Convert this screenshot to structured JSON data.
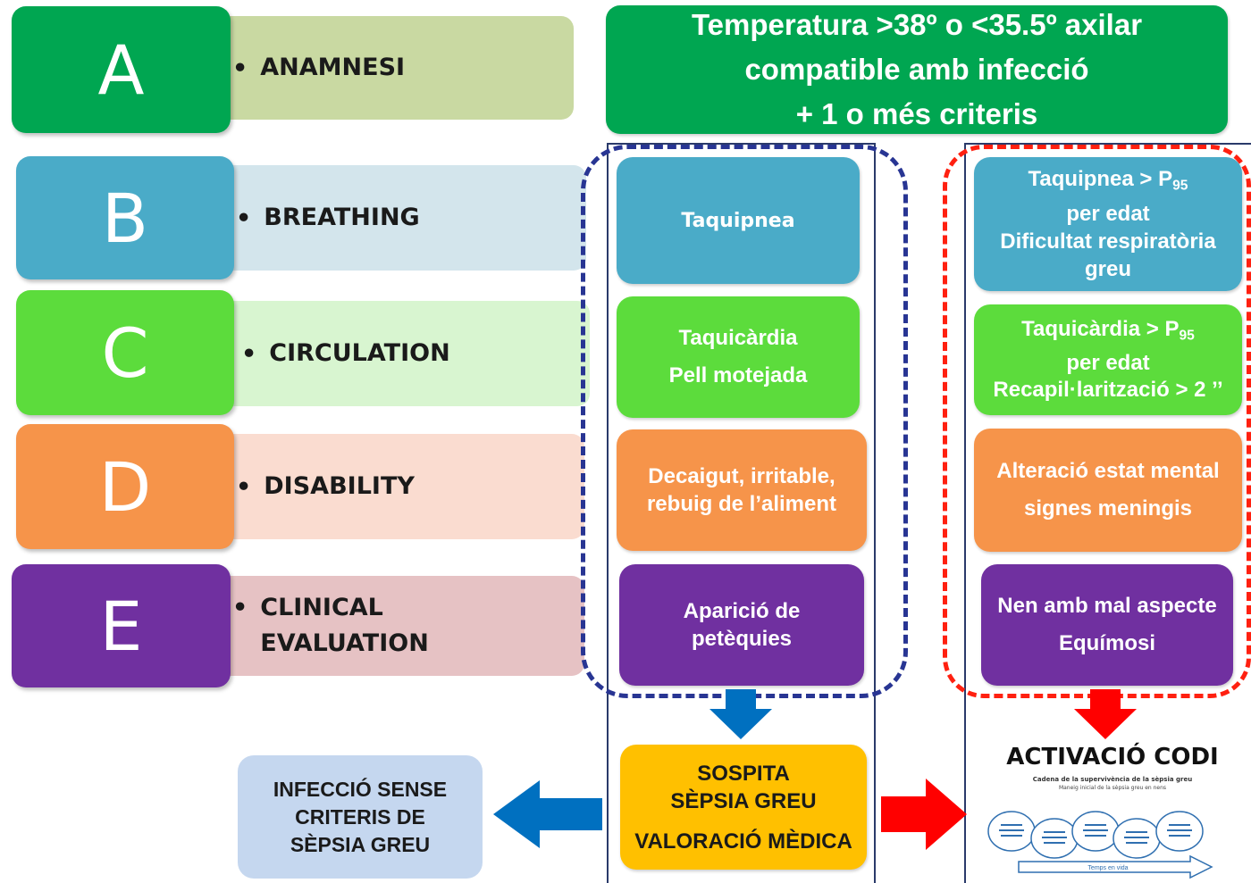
{
  "header": {
    "line1": "Temperatura >38º o <35.5º axilar",
    "line2": "compatible amb infecció",
    "line3": "+ 1 o més criteris"
  },
  "abcde": [
    {
      "letter": "A",
      "label_lines": [
        "ANAMNESI"
      ],
      "letter_color": "#00a651",
      "label_color": "#c9d9a2"
    },
    {
      "letter": "B",
      "label_lines": [
        "BREATHING"
      ],
      "letter_color": "#4aabc8",
      "label_color": "#d3e5ec"
    },
    {
      "letter": "C",
      "label_lines": [
        "CIRCULATION"
      ],
      "letter_color": "#5cdc3c",
      "label_color": "#d8f5d0"
    },
    {
      "letter": "D",
      "label_lines": [
        "DISABILITY"
      ],
      "letter_color": "#f6944a",
      "label_color": "#fadcd0"
    },
    {
      "letter": "E",
      "label_lines": [
        "CLINICAL",
        "EVALUATION"
      ],
      "letter_color": "#7030a0",
      "label_color": "#e6c2c4"
    }
  ],
  "middle_criteria": [
    {
      "lines": [
        "Taquipnea"
      ]
    },
    {
      "lines": [
        "Taquicàrdia",
        "Pell motejada"
      ]
    },
    {
      "lines": [
        "Decaigut, irritable,",
        "rebuig de l’aliment"
      ]
    },
    {
      "lines": [
        "Aparició de",
        "petèquies"
      ]
    }
  ],
  "right_criteria": [
    {
      "line1_text": "Taquipnea >  P",
      "line1_sub": "95",
      "rest": [
        "per edat",
        "Dificultat respiratòria",
        "greu"
      ]
    },
    {
      "line1_text": "Taquicàrdia > P",
      "line1_sub": "95",
      "rest": [
        "per edat",
        "Recapil·larització > 2 ’’"
      ]
    },
    {
      "line1_text": "Alteració estat mental",
      "line1_sub": "",
      "rest": [
        "signes meningis"
      ]
    },
    {
      "line1_text": "Nen amb mal aspecte",
      "line1_sub": "",
      "rest": [
        "Equímosi"
      ]
    }
  ],
  "sospita": {
    "line1": "SOSPITA",
    "line2": "SÈPSIA GREU",
    "line3": "VALORACIÓ  MÈDICA"
  },
  "infeccio": {
    "line1": "INFECCIÓ  SENSE",
    "line2": "CRITERIS DE",
    "line3": "SÈPSIA GREU"
  },
  "activacio": {
    "title": "ACTIVACIÓ CODI",
    "subtitle": "Cadena de la supervivència de la sèpsia greu",
    "subtitle2": "Maneig inicial de la sèpsia greu en nens",
    "arrow_text": "Temps en vida"
  },
  "colors": {
    "green_dark": "#00a651",
    "blue": "#4aabc8",
    "green_light": "#5cdc3c",
    "orange": "#f6944a",
    "purple": "#7030a0",
    "yellow": "#ffc000",
    "dash_blue": "#283593",
    "dash_red": "#ff2010",
    "arrow_blue": "#0070c0",
    "arrow_red": "#ff0000",
    "infeccio_bg": "#c5d7ef"
  }
}
